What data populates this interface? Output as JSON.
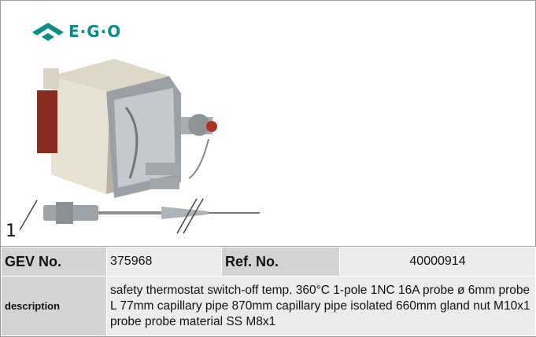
{
  "brand": {
    "logo_text": "E·G·O",
    "logo_color": "#0b8c86"
  },
  "figure": {
    "index_label": "1",
    "image_icon": "thermostat-product-photo"
  },
  "spec_table": {
    "gev_label": "GEV No.",
    "gev_value": "375968",
    "ref_label": "Ref. No.",
    "ref_value": "40000914",
    "description_label": "description",
    "description_value": "safety thermostat  switch-off temp. 360°C 1-pole 1NC 16A probe ø 6mm probe L 77mm capillary pipe 870mm capillary pipe isolated 660mm gland nut M10x1 probe probe material SS M8x1"
  },
  "colors": {
    "header_cell": "#d3d3d3",
    "value_cell": "#ececec",
    "border": "#9a9a9a"
  }
}
